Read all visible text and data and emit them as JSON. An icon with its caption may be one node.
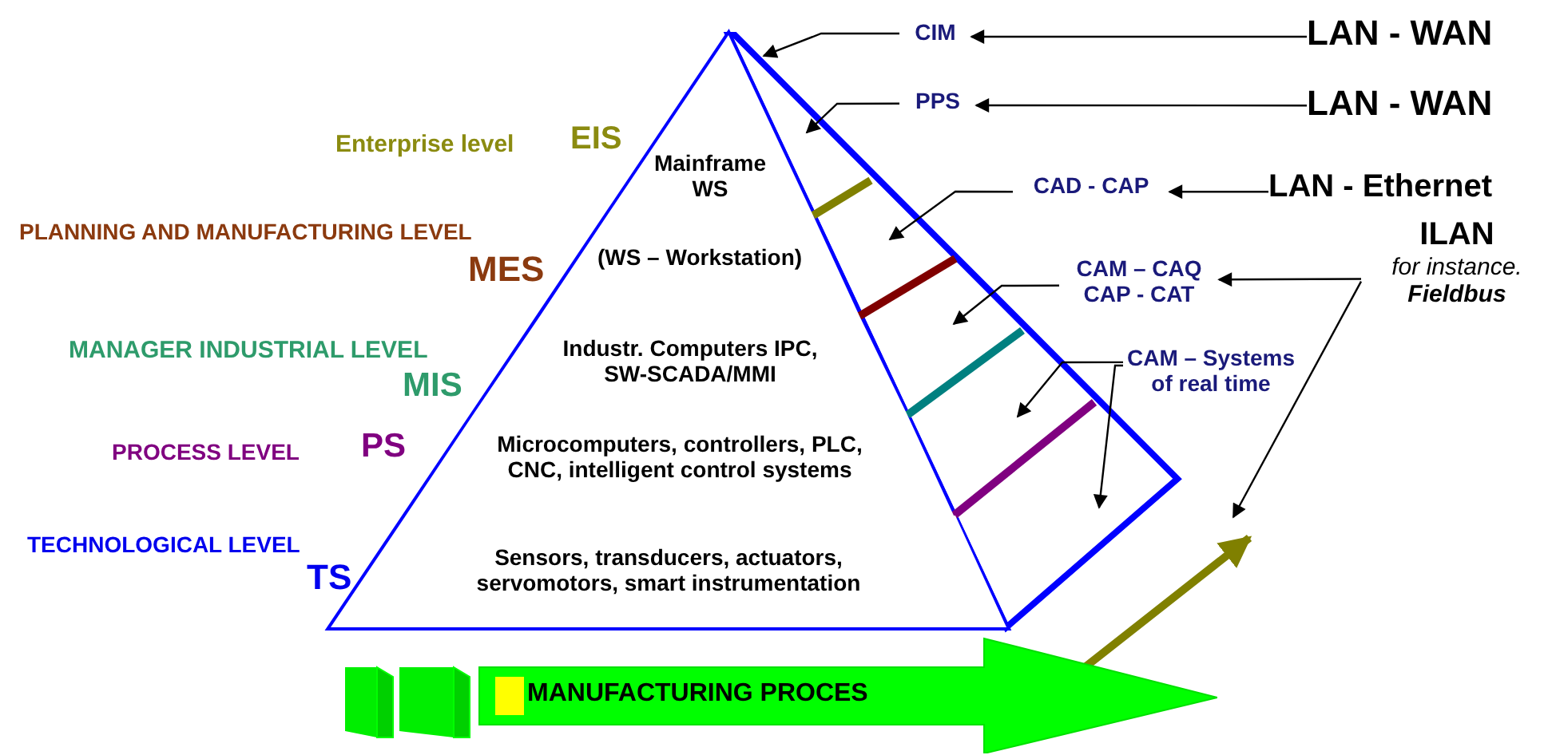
{
  "diagram": {
    "nodes": [
      {
        "text": [
          "CIM"
        ]
      },
      {
        "text": [
          "LAN - WAN"
        ]
      },
      {
        "text": [
          "PPS"
        ]
      },
      {
        "text": [
          "LAN - WAN"
        ]
      },
      {
        "text": [
          "Mainframe WS"
        ]
      },
      {
        "text": [
          "CAD - CAP"
        ]
      },
      {
        "text": [
          "LAN - Ethernet"
        ]
      },
      {
        "text": [
          "ILAN",
          "for instance.",
          "Fieldbus"
        ]
      },
      {
        "text": [
          "(WS – Workstation)"
        ]
      },
      {
        "text": [
          "CAM – CAQ CAP - CAT"
        ]
      },
      {
        "text": [
          "Industr. Computers IPC, SW-SCADA/MMI"
        ]
      },
      {
        "text": [
          "CAM – Systems of real time"
        ]
      },
      {
        "text": [
          "Microcomputers, controllers, PLC, CNC, intelligent control systems"
        ]
      },
      {
        "text": [
          "Sensors, transducers, actuators, servomotors, smart instrumentation"
        ]
      },
      {
        "text": [
          "MANUFACTURING PROCES"
        ]
      }
    ],
    "edges": [
      {
        "from": 1,
        "to": 0,
        "arrow": "to"
      },
      {
        "from": 0,
        "to": 4,
        "arrow": "to"
      },
      {
        "from": 3,
        "to": 2,
        "arrow": "to"
      },
      {
        "from": 2,
        "to": 4,
        "arrow": "to"
      },
      {
        "from": 6,
        "to": 5,
        "arrow": "to"
      },
      {
        "from": 5,
        "to": null,
        "arrow": "to"
      },
      {
        "from": 7,
        "to": 9,
        "arrow": "to"
      },
      {
        "from": 7,
        "to": null,
        "arrow": "to"
      },
      {
        "from": 9,
        "to": null,
        "arrow": "to"
      },
      {
        "from": 11,
        "to": null,
        "arrow": "to"
      },
      {
        "from": 11,
        "to": null,
        "arrow": "to"
      },
      {
        "from": 14,
        "to": null,
        "arrow": "to",
        "style": "thick",
        "color": "#808000"
      }
    ],
    "labels": [
      "Enterprise level",
      "EIS",
      "PLANNING AND MANUFACTURING LEVEL",
      "MES",
      "MANAGER INDUSTRIAL LEVEL",
      "MIS",
      "PROCESS LEVEL",
      "PS",
      "TECHNOLOGICAL LEVEL",
      "TS"
    ]
  }
}
